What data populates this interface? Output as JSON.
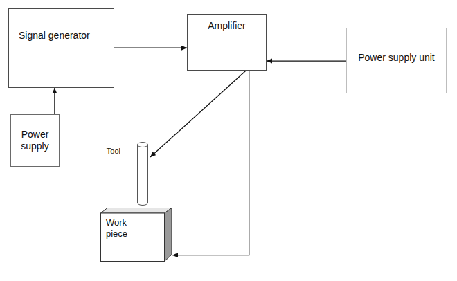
{
  "diagram": {
    "nodes": [
      {
        "text": [
          "Signal generator"
        ]
      },
      {
        "text": [
          "Amplifier"
        ]
      },
      {
        "text": [
          "Power supply unit"
        ]
      },
      {
        "text": [
          "Power supply"
        ]
      },
      {
        "text": [
          "Tool"
        ]
      },
      {
        "text": [
          "Work piece"
        ]
      }
    ],
    "edges": [
      {
        "from": 0,
        "to": 1,
        "arrow": "to"
      },
      {
        "from": 3,
        "to": 0,
        "arrow": "to"
      },
      {
        "from": 2,
        "to": 1,
        "arrow": "to"
      },
      {
        "from": 1,
        "to": 4,
        "arrow": "to"
      },
      {
        "from": 1,
        "to": 5,
        "arrow": "to"
      }
    ]
  }
}
